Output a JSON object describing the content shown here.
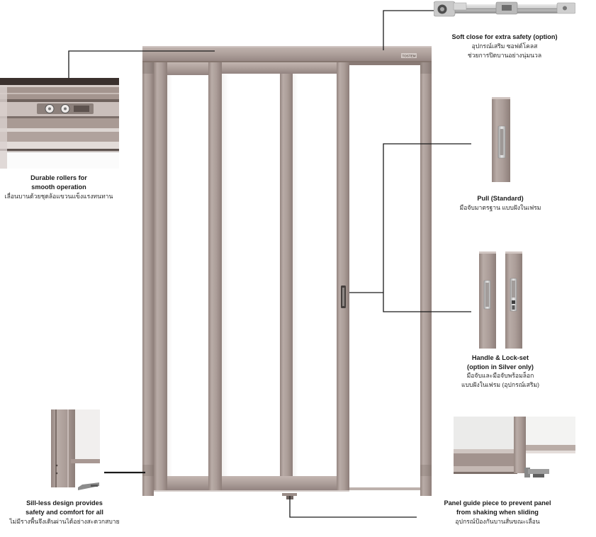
{
  "brand_logo": "TOSTEM",
  "colors": {
    "frame": "#ab9d98",
    "callout_line": "#1a1a1a",
    "text": "#1c1c1c"
  },
  "icons": {
    "soft_close": "soft-close-mechanism-photo",
    "rollers": "hanging-rollers-photo",
    "pull": "recessed-pull-photo",
    "handle": "recessed-handle-photo",
    "lock_set": "handle-lock-set-photo",
    "sill_less": "sill-less-frame-photo",
    "panel_guide": "panel-guide-piece-photo"
  },
  "callouts": {
    "soft_close": {
      "title": [
        "Soft close for extra safety (option)"
      ],
      "thai": [
        "อุปกรณ์เสริม ซอฟต์โคลส",
        "ช่วยการปิดบานอย่างนุ่มนวล"
      ]
    },
    "rollers": {
      "title": [
        "Durable rollers for",
        "smooth operation"
      ],
      "thai": [
        "เลื่อนบานด้วยชุดล้อแขวนแข็งแรงทนทาน"
      ]
    },
    "pull": {
      "title": [
        "Pull (Standard)"
      ],
      "thai": [
        "มือจับมาตรฐาน แบบฝังในเฟรม"
      ]
    },
    "handle_lock": {
      "title": [
        "Handle & Lock-set",
        "(option in Silver only)"
      ],
      "thai": [
        "มือจับและมือจับพร้อมล็อก",
        "แบบฝังในเฟรม (อุปกรณ์เสริม)"
      ]
    },
    "sill_less": {
      "title": [
        "Sill-less design provides",
        "safety and comfort for all"
      ],
      "thai": [
        "ไม่มีรางพื้นจึงเดินผ่านได้อย่างสะดวกสบาย"
      ]
    },
    "panel_guide": {
      "title": [
        "Panel guide piece to prevent panel",
        "from shaking when sliding"
      ],
      "thai": [
        "อุปกรณ์ป้องกันบานสั่นขณะเลื่อน"
      ]
    }
  }
}
